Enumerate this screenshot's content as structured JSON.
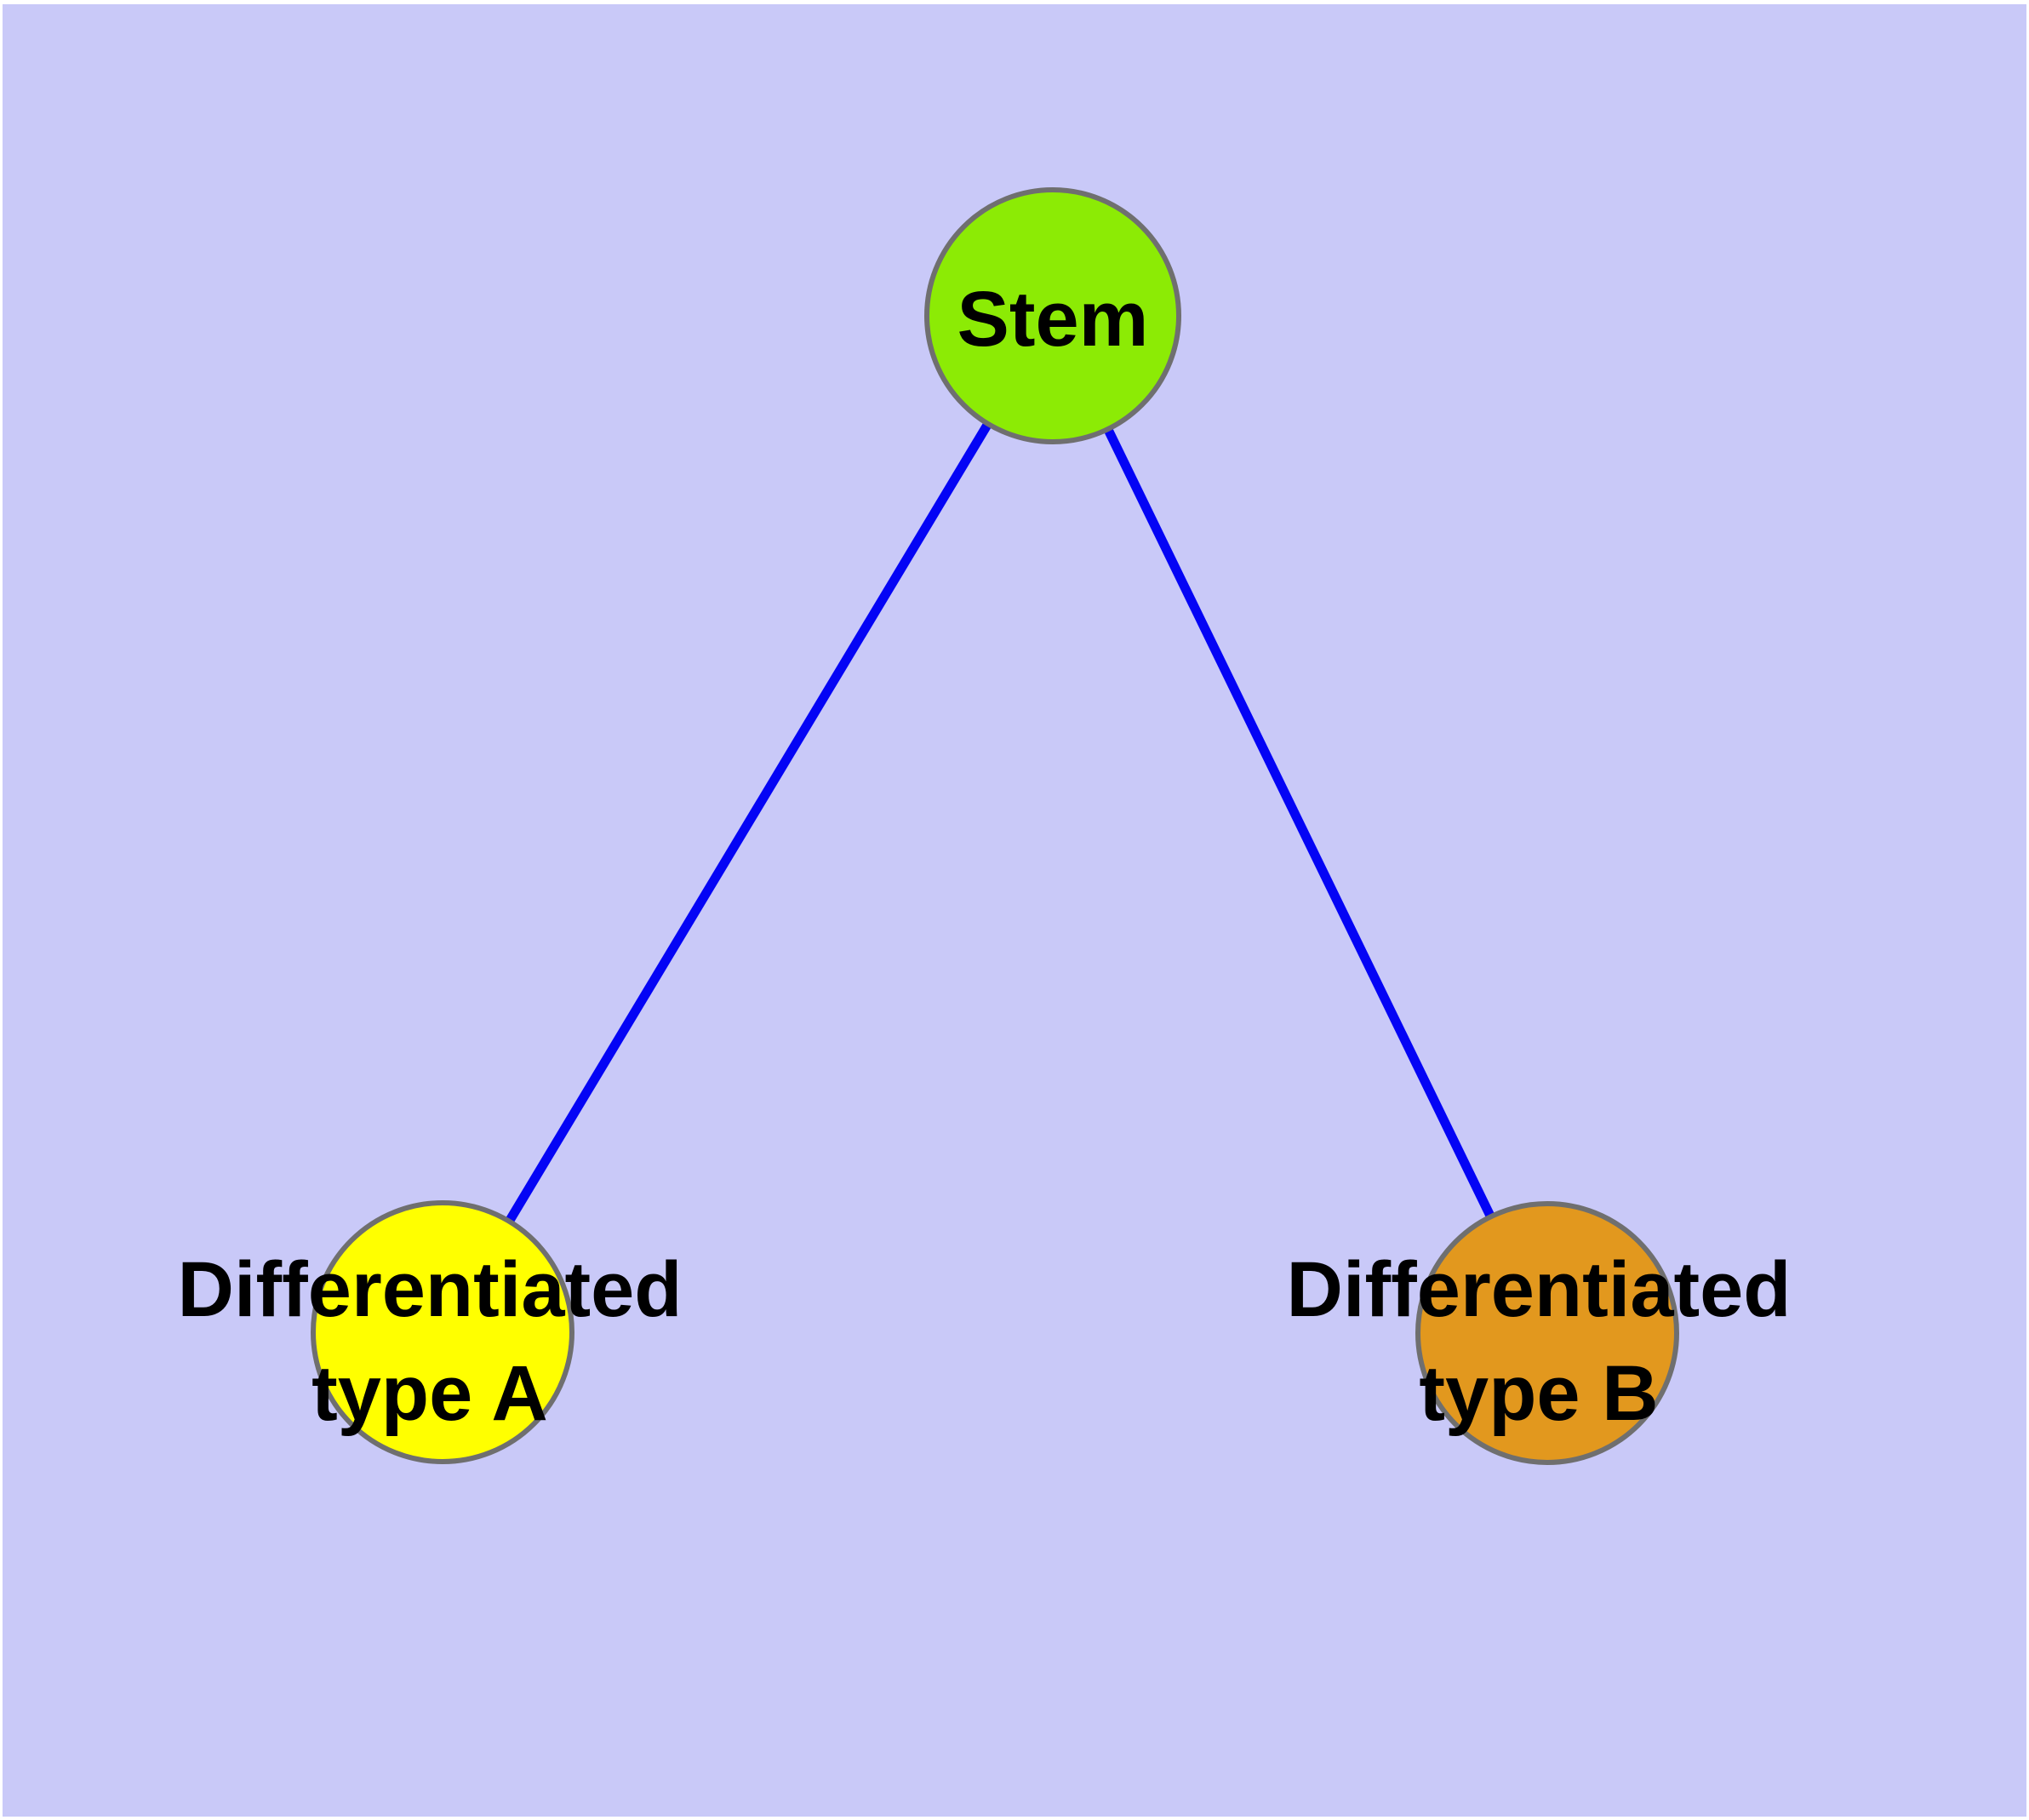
{
  "diagram": {
    "background_color": "#C9C9F8",
    "edge_color": "#0404F5",
    "node_border_color": "#6F6F6F",
    "label_color": "#000000",
    "nodes": [
      {
        "id": "stem",
        "label": "Stem",
        "fill": "#8CEB05"
      },
      {
        "id": "diff-a",
        "label_line1": "Differentiated",
        "label_line2": "type A",
        "fill": "#FFFF00"
      },
      {
        "id": "diff-b",
        "label_line1": "Differentiated",
        "label_line2": "type B",
        "fill": "#E2981E"
      }
    ],
    "edges": [
      {
        "from": "Stem",
        "to": "Differentiated type A"
      },
      {
        "from": "Stem",
        "to": "Differentiated type B"
      }
    ]
  }
}
